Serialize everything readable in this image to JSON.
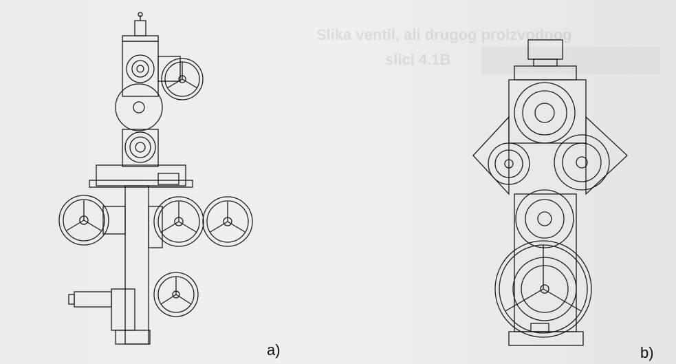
{
  "labels": {
    "a": "a)",
    "b": "b)"
  },
  "background_text": [
    "Slika ventil, ali drugog proizvodnog",
    "slici 4.1B"
  ],
  "colors": {
    "paper": "#ecece9",
    "ink": "#1a1a1a"
  }
}
